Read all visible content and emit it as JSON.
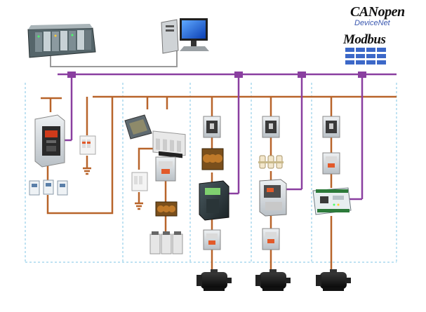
{
  "logos": {
    "canopen": "CANopen",
    "devicenet": "DeviceNet",
    "modbus": "Modbus"
  },
  "colors": {
    "fieldbus": "#8a3fa0",
    "power": "#b8642a",
    "panel_border": "#7fc4e6",
    "ethernet": "#9a9a9a",
    "devicenet_text": "#3a58b0",
    "profibus_blue": "#3c68c8"
  },
  "icons": {
    "plc": "plc-rack-icon",
    "pc": "workstation-icon",
    "breaker": "circuit-breaker-icon",
    "surge": "surge-protector-icon",
    "ground": "ground-icon",
    "fuse": "fuse-icon",
    "contactor": "contactor-icon",
    "drive": "variable-speed-drive-icon",
    "soft_starter": "soft-starter-icon",
    "io_module": "io-module-icon",
    "motor": "motor-icon",
    "capacitor": "capacitor-bank-icon",
    "power_meter": "power-meter-icon",
    "inductor": "reactor-icon"
  }
}
